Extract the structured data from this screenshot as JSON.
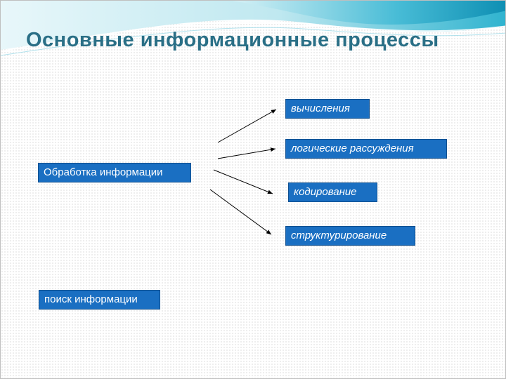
{
  "slide": {
    "title": "Основные информационные процессы"
  },
  "diagram": {
    "root": "Обработка информации",
    "branches": [
      "вычисления",
      "логические рассуждения",
      "кодирование",
      "структурирование"
    ],
    "other": "поиск информации"
  },
  "colors": {
    "title": "#2a6f86",
    "node_fill": "#1a6fc2",
    "node_text": "#ffffff",
    "arrow": "#000000",
    "wave_light": "#bfe8f0",
    "wave_dark": "#1aa3c4"
  }
}
